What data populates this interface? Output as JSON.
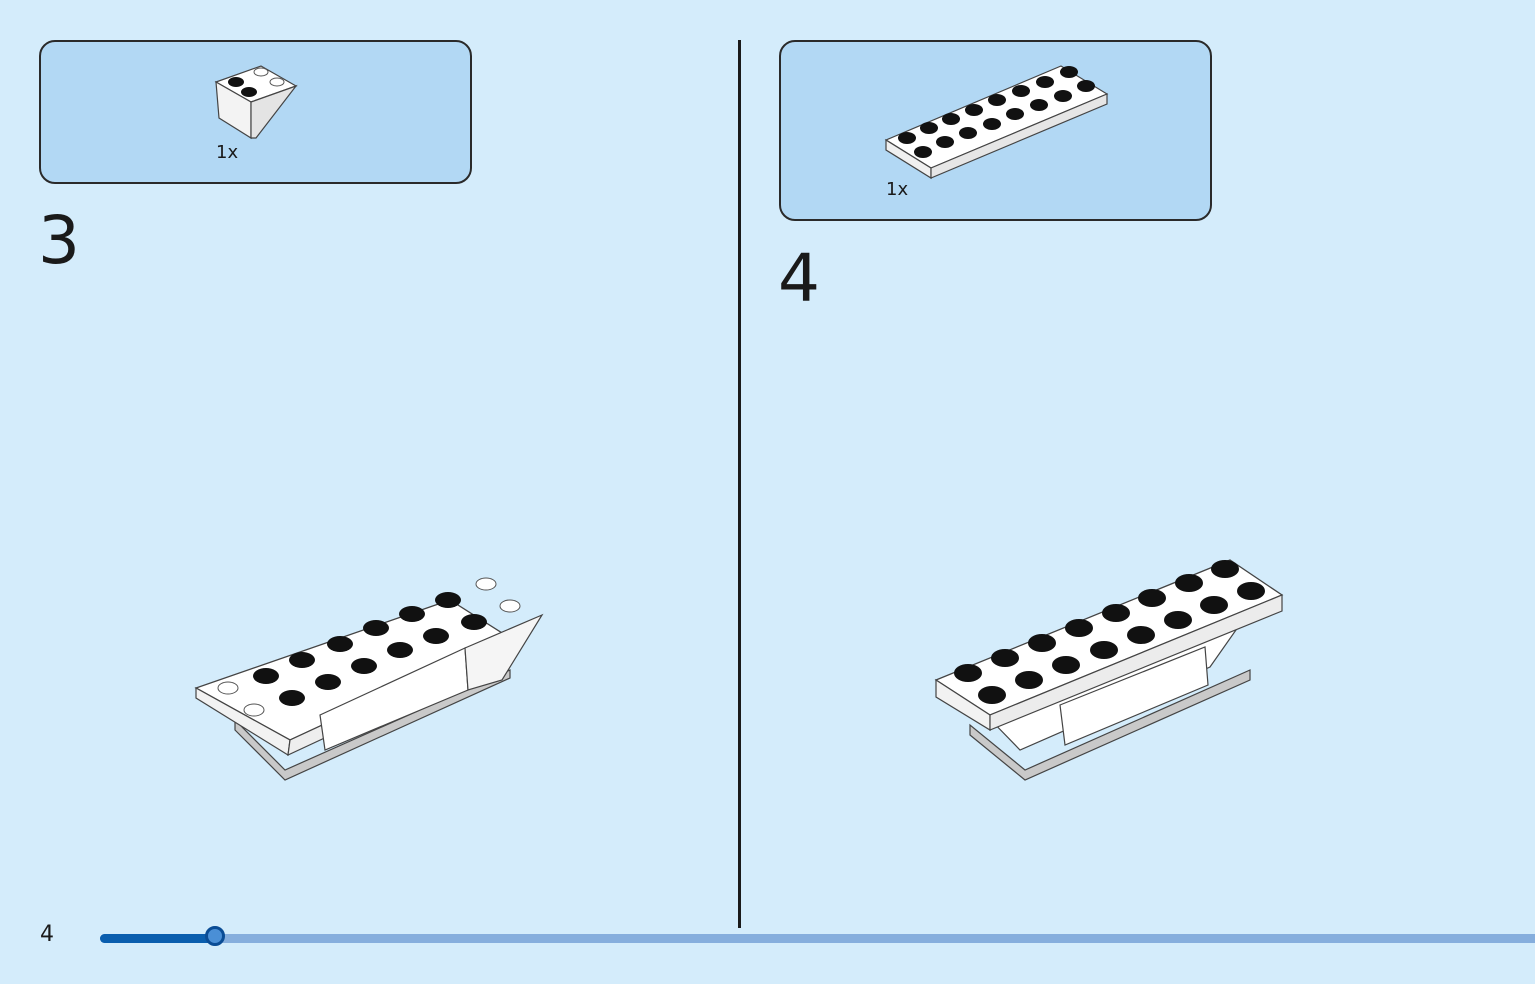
{
  "page": {
    "number": "4",
    "progress_fraction": 0.08
  },
  "steps": [
    {
      "number": "3",
      "part_qty": "1x",
      "part_icon": "inverted-slope-brick-icon",
      "model_icon": "step-3-assembly-icon"
    },
    {
      "number": "4",
      "part_qty": "1x",
      "part_icon": "plate-2x8-icon",
      "model_icon": "step-4-assembly-icon"
    }
  ],
  "colors": {
    "background": "#d4ecfb",
    "parts_box": "#b2d8f4",
    "progress_fill": "#0a5eae",
    "progress_track": "#86aedd"
  }
}
